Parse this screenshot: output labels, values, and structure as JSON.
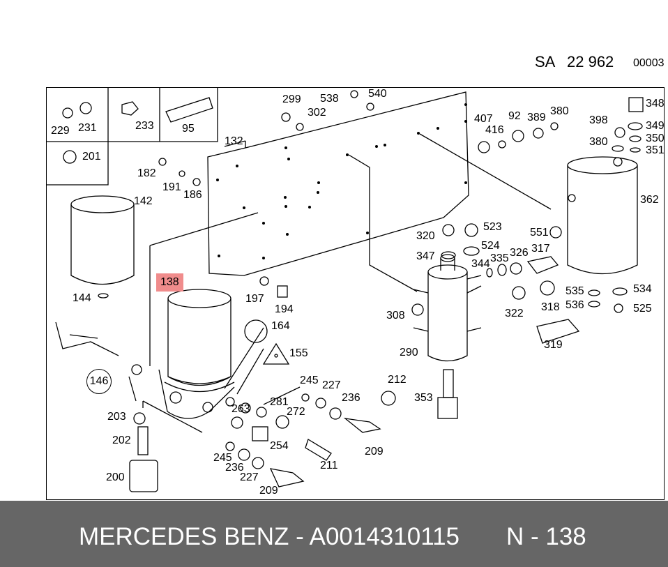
{
  "header": {
    "sa_label": "SA",
    "sa_number": "22 962",
    "sheet": "00003"
  },
  "callouts": [
    "299",
    "538",
    "540",
    "302",
    "132",
    "407",
    "92",
    "389",
    "380",
    "416",
    "398",
    "348",
    "349",
    "350",
    "351",
    "380",
    "362",
    "229",
    "231",
    "233",
    "95",
    "201",
    "182",
    "191",
    "186",
    "142",
    "144",
    "138",
    "197",
    "194",
    "164",
    "155",
    "146",
    "320",
    "523",
    "524",
    "347",
    "551",
    "326",
    "317",
    "344",
    "335",
    "308",
    "290",
    "322",
    "318",
    "535",
    "536",
    "534",
    "525",
    "319",
    "245",
    "227",
    "236",
    "212",
    "353",
    "281",
    "272",
    "263",
    "203",
    "202",
    "254",
    "209",
    "211",
    "245",
    "236",
    "227",
    "200",
    "209"
  ],
  "highlighted_part": "138",
  "footer": {
    "brand_part": "MERCEDES BENZ - A0014310115",
    "position": "N - 138"
  },
  "colors": {
    "highlight": "#f08c8c",
    "footer_bg": "#666666"
  }
}
